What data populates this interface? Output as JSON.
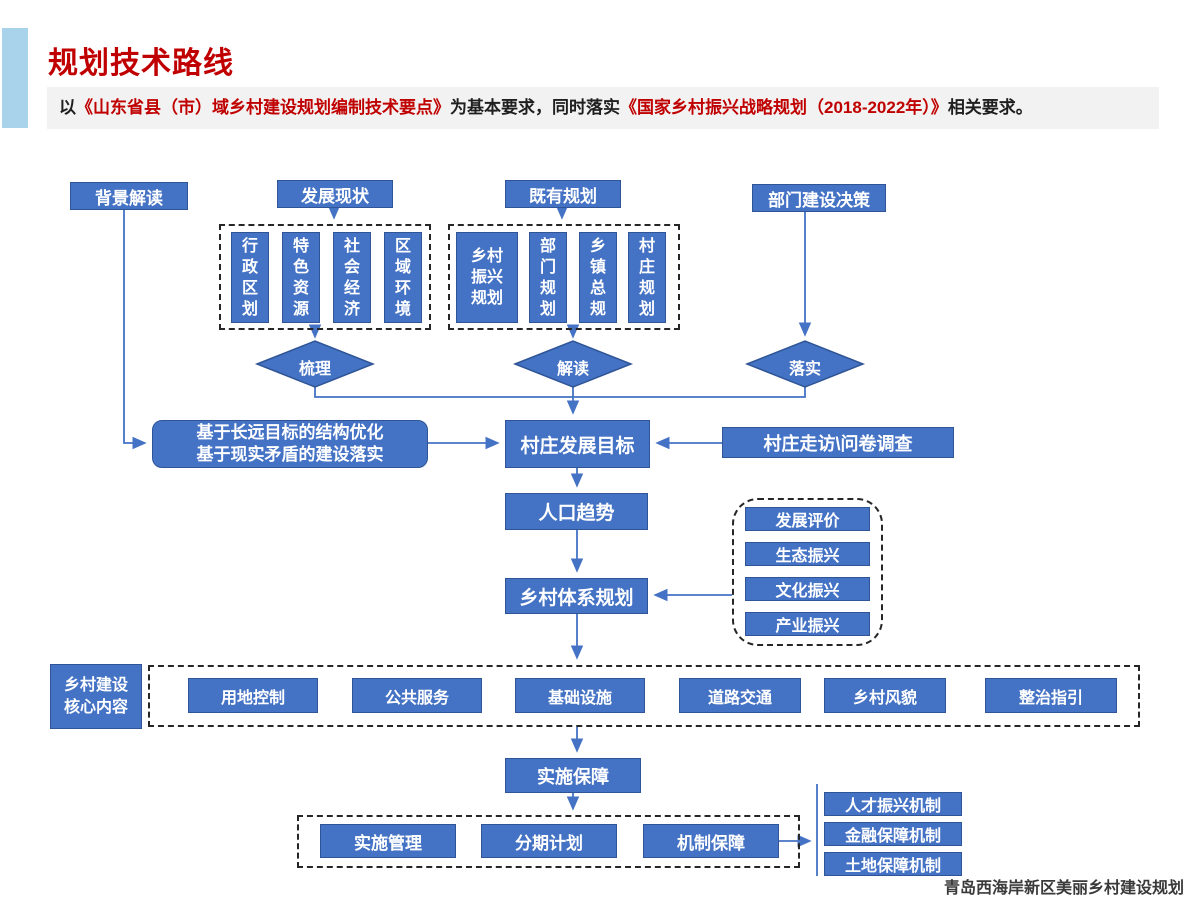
{
  "header": {
    "title": "规划技术路线",
    "intro_prefix": "以",
    "intro_doc1": "《山东省县（市）域乡村建设规划编制技术要点》",
    "intro_mid": "为基本要求，同时落实",
    "intro_doc2": "《国家乡村振兴战略规划（2018-2022年）》",
    "intro_suffix": "相关要求。"
  },
  "flow": {
    "background": "背景解读",
    "status": "发展现状",
    "existing": "既有规划",
    "department": "部门建设决策",
    "status_items": [
      "行政区划",
      "特色资源",
      "社会经济",
      "区域环境"
    ],
    "existing_items": [
      "乡村振兴规划",
      "部门规划",
      "乡镇总规",
      "村庄规划"
    ],
    "diamonds": [
      "梳理",
      "解读",
      "落实"
    ],
    "strategy_line1": "基于长远目标的结构优化",
    "strategy_line2": "基于现实矛盾的建设落实",
    "goal": "村庄发展目标",
    "survey": "村庄走访\\问卷调查",
    "population": "人口趋势",
    "system": "乡村体系规划",
    "revitalization_items": [
      "发展评价",
      "生态振兴",
      "文化振兴",
      "产业振兴"
    ],
    "core_label_line1": "乡村建设",
    "core_label_line2": "核心内容",
    "core_items": [
      "用地控制",
      "公共服务",
      "基础设施",
      "道路交通",
      "乡村风貌",
      "整治指引"
    ],
    "implementation": "实施保障",
    "implementation_items": [
      "实施管理",
      "分期计划",
      "机制保障"
    ],
    "mechanism_items": [
      "人才振兴机制",
      "金融保障机制",
      "土地保障机制"
    ]
  },
  "footer": {
    "caption": "青岛西海岸新区美丽乡村建设规划"
  },
  "colors": {
    "accent": "#4472C4",
    "accent_border": "#2F5597",
    "title_red": "#C00000",
    "intro_bg": "#F2F2F2",
    "side_bar_blue": "#A9D3EA"
  }
}
